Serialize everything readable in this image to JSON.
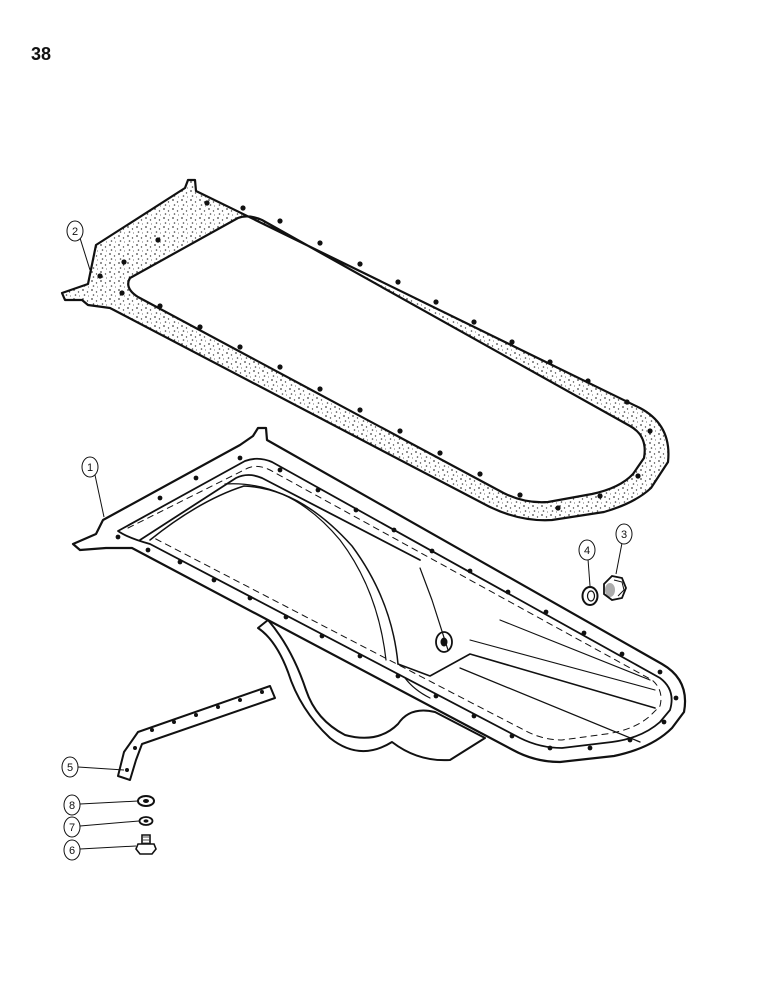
{
  "page": {
    "number": "38"
  },
  "callouts": [
    {
      "id": "1",
      "label": "1"
    },
    {
      "id": "2",
      "label": "2"
    },
    {
      "id": "3",
      "label": "3"
    },
    {
      "id": "4",
      "label": "4"
    },
    {
      "id": "5",
      "label": "5"
    },
    {
      "id": "6",
      "label": "6"
    },
    {
      "id": "7",
      "label": "7"
    },
    {
      "id": "8",
      "label": "8"
    }
  ],
  "colors": {
    "ink": "#111111",
    "paper": "#ffffff",
    "speckle": "#555555"
  }
}
